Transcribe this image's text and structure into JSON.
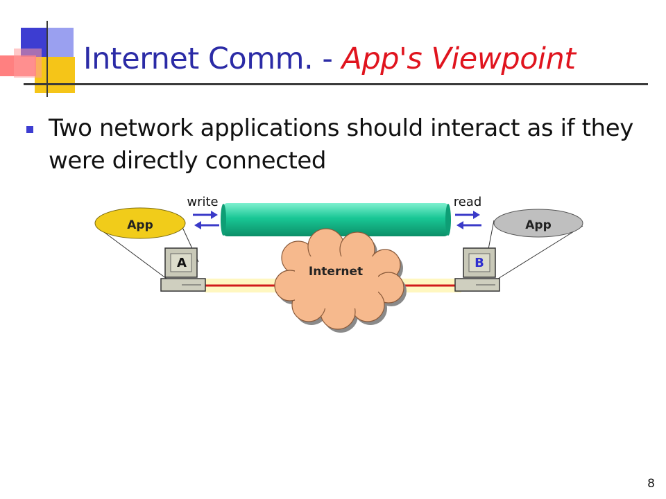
{
  "slide": {
    "title_main": "Internet Comm. - ",
    "title_accent": "App's Viewpoint",
    "bullets": [
      "Two network applications should interact as if they were directly connected"
    ],
    "page_number": "8"
  },
  "diagram": {
    "write_label": "write",
    "read_label": "read",
    "app_left_label": "App",
    "app_right_label": "App",
    "host_a_label": "A",
    "host_b_label": "B",
    "cloud_label": "Internet"
  },
  "colors": {
    "title": "#2b2ba6",
    "title_accent": "#e0141e",
    "bullet": "#3d3dd1",
    "pipe": "#16b98a",
    "cloud": "#f6b98d",
    "app_left": "#f1cc1a",
    "app_right": "#bfbfbf",
    "arrow": "#3a3ac8",
    "link": "#d01a1a"
  }
}
